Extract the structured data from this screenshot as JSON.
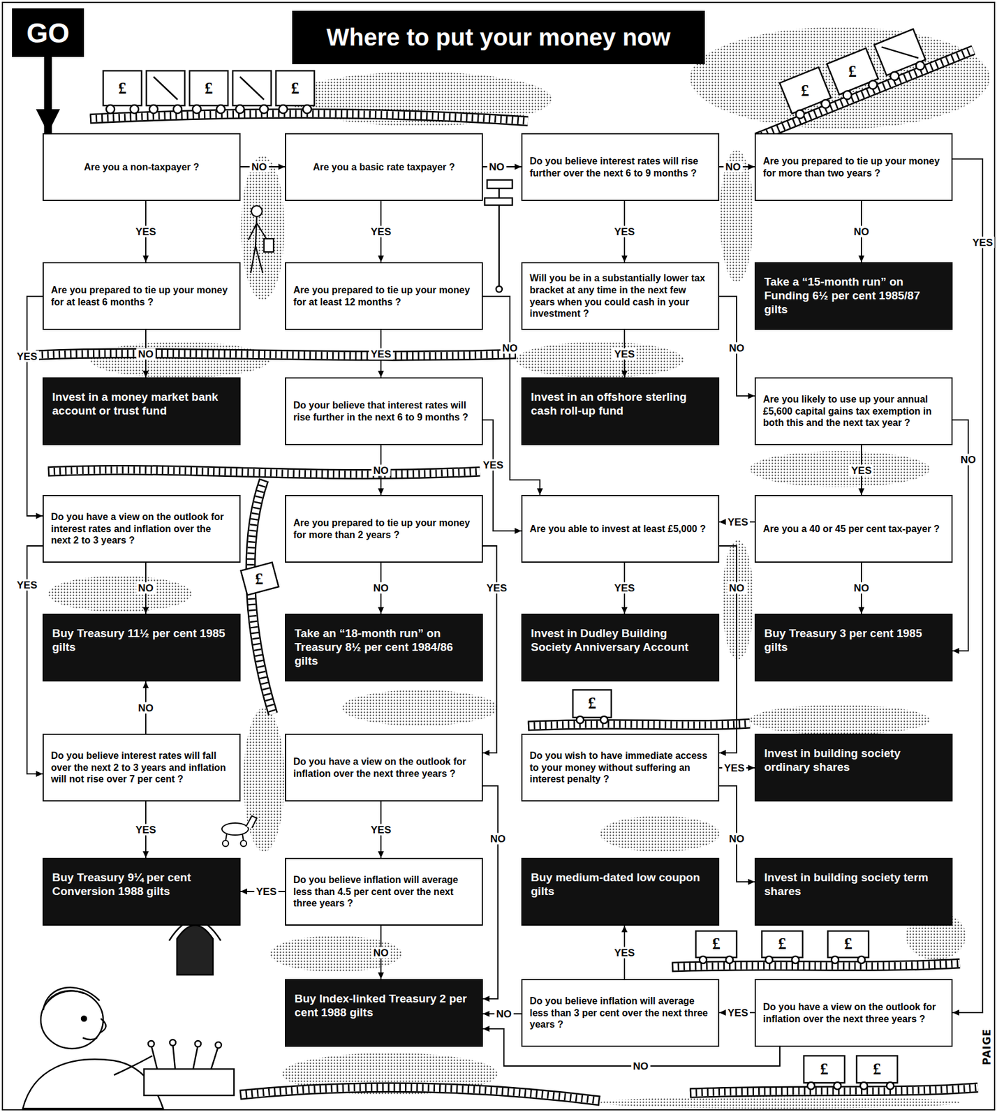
{
  "diagram": {
    "title": "Where to put your money now",
    "nodes": [
      {
        "text": [
          "GO"
        ]
      },
      {
        "text": [
          "Are you a non-taxpayer ?"
        ]
      },
      {
        "text": [
          "Are you a basic rate taxpayer ?"
        ]
      },
      {
        "text": [
          "Do you believe interest rates will rise further over the next 6 to 9 months ?"
        ]
      },
      {
        "text": [
          "Are you prepared to tie up your money for more than two years ?"
        ]
      },
      {
        "text": [
          "Are you prepared to tie up your money for at least 6 months ?"
        ]
      },
      {
        "text": [
          "Are you prepared to tie up your money for at least 12 months ?"
        ]
      },
      {
        "text": [
          "Will you be in a substantially lower tax bracket at any time in the next few years when you could cash in your investment ?"
        ]
      },
      {
        "text": [
          "Take a “15-month run” on Funding 6½ per cent 1985/87 gilts"
        ]
      },
      {
        "text": [
          "Invest in a money market bank account or trust fund"
        ]
      },
      {
        "text": [
          "Do your believe that interest rates will rise further in the next 6 to 9 months ?"
        ]
      },
      {
        "text": [
          "Invest in an offshore sterling cash roll-up fund"
        ]
      },
      {
        "text": [
          "Are you likely to use up your annual £5,600 capital gains tax exemption in both this and the next tax year ?"
        ]
      },
      {
        "text": [
          "Do you have a view on the outlook for interest rates and inflation over the next 2 to 3 years ?"
        ]
      },
      {
        "text": [
          "Are you prepared to tie up your money for more than 2 years ?"
        ]
      },
      {
        "text": [
          "Are you able to invest at least £5,000 ?"
        ]
      },
      {
        "text": [
          "Are you a 40 or 45 per cent tax-payer ?"
        ]
      },
      {
        "text": [
          "Buy Treasury 11½ per cent 1985 gilts"
        ]
      },
      {
        "text": [
          "Take an “18-month run” on Treasury 8½ per cent 1984/86 gilts"
        ]
      },
      {
        "text": [
          "Invest in Dudley Building Society Anniversary Account"
        ]
      },
      {
        "text": [
          "Buy Treasury 3 per cent 1985 gilts"
        ]
      },
      {
        "text": [
          "Do you believe interest rates will fall over the next 2 to 3 years and inflation will not rise over 7 per cent ?"
        ]
      },
      {
        "text": [
          "Do you have a view on the outlook for inflation over the next three years ?"
        ]
      },
      {
        "text": [
          "Do you wish to have immediate access to your money without suffering an interest penalty ?"
        ]
      },
      {
        "text": [
          "Invest in building society ordinary shares"
        ]
      },
      {
        "text": [
          "Buy Treasury 9¼ per cent Conversion 1988 gilts"
        ]
      },
      {
        "text": [
          "Do you believe inflation will average less than 4.5 per cent over the next three years ?"
        ]
      },
      {
        "text": [
          "Buy medium-dated low coupon gilts"
        ]
      },
      {
        "text": [
          "Invest in building society term shares"
        ]
      },
      {
        "text": [
          "Buy Index-linked Treasury 2 per cent 1988 gilts"
        ]
      },
      {
        "text": [
          "Do you believe inflation will average less than 3 per cent over the next three years ?"
        ]
      },
      {
        "text": [
          "Do you have a view on the outlook for inflation over the next three years ?"
        ]
      }
    ],
    "edges": [
      {
        "from": 0,
        "to": 1,
        "arrow": "to"
      },
      {
        "from": 1,
        "to": 2,
        "label": "NO",
        "arrow": "to"
      },
      {
        "from": 1,
        "to": 5,
        "label": "YES",
        "arrow": "to"
      },
      {
        "from": 2,
        "to": 3,
        "label": "NO",
        "arrow": "to"
      },
      {
        "from": 2,
        "to": 6,
        "label": "YES",
        "arrow": "to"
      },
      {
        "from": 3,
        "to": 4,
        "label": "NO",
        "arrow": "to"
      },
      {
        "from": 3,
        "to": 7,
        "label": "YES",
        "arrow": "to"
      },
      {
        "from": 4,
        "to": 8,
        "label": "NO",
        "arrow": "to"
      },
      {
        "from": 4,
        "to": 31,
        "label": "YES",
        "arrow": "to"
      },
      {
        "from": 5,
        "to": 9,
        "label": "NO",
        "arrow": "to"
      },
      {
        "from": 5,
        "to": 13,
        "label": "YES",
        "arrow": "to"
      },
      {
        "from": 6,
        "to": 10,
        "label": "YES",
        "arrow": "to"
      },
      {
        "from": 6,
        "to": 15,
        "label": "NO",
        "arrow": "to"
      },
      {
        "from": 7,
        "to": 11,
        "label": "YES",
        "arrow": "to"
      },
      {
        "from": 7,
        "to": 12,
        "label": "NO",
        "arrow": "to"
      },
      {
        "from": 10,
        "to": 14,
        "label": "NO",
        "arrow": "to"
      },
      {
        "from": 10,
        "to": 15,
        "label": "YES",
        "arrow": "to"
      },
      {
        "from": 12,
        "to": 16,
        "label": "YES",
        "arrow": "to"
      },
      {
        "from": 12,
        "to": 20,
        "label": "NO",
        "arrow": "to"
      },
      {
        "from": 13,
        "to": 17,
        "label": "NO",
        "arrow": "to"
      },
      {
        "from": 13,
        "to": 21,
        "label": "YES",
        "arrow": "to"
      },
      {
        "from": 14,
        "to": 18,
        "label": "NO",
        "arrow": "to"
      },
      {
        "from": 14,
        "to": 22,
        "label": "YES",
        "arrow": "to"
      },
      {
        "from": 15,
        "to": 19,
        "label": "YES",
        "arrow": "to"
      },
      {
        "from": 15,
        "to": 23,
        "label": "NO",
        "arrow": "to"
      },
      {
        "from": 16,
        "to": 15,
        "label": "YES",
        "arrow": "to"
      },
      {
        "from": 16,
        "to": 20,
        "label": "NO",
        "arrow": "to"
      },
      {
        "from": 21,
        "to": 17,
        "label": "NO",
        "arrow": "to"
      },
      {
        "from": 21,
        "to": 25,
        "label": "YES",
        "arrow": "to"
      },
      {
        "from": 22,
        "to": 26,
        "label": "YES",
        "arrow": "to"
      },
      {
        "from": 22,
        "to": 29,
        "label": "NO",
        "arrow": "to"
      },
      {
        "from": 23,
        "to": 24,
        "label": "YES",
        "arrow": "to"
      },
      {
        "from": 23,
        "to": 28,
        "label": "NO",
        "arrow": "to"
      },
      {
        "from": 26,
        "to": 25,
        "label": "YES",
        "arrow": "to"
      },
      {
        "from": 26,
        "to": 29,
        "label": "NO",
        "arrow": "to"
      },
      {
        "from": 30,
        "to": 27,
        "label": "YES",
        "arrow": "to"
      },
      {
        "from": 30,
        "to": 29,
        "label": "NO",
        "arrow": "to"
      },
      {
        "from": 31,
        "to": 30,
        "label": "YES",
        "arrow": "to"
      },
      {
        "from": 31,
        "to": 29,
        "label": "NO",
        "arrow": "to"
      }
    ],
    "labels": [
      "£",
      "£",
      "£",
      "£",
      "£",
      "£",
      "£",
      "£",
      "£",
      "£",
      "£",
      "£",
      "PAIGE"
    ]
  }
}
